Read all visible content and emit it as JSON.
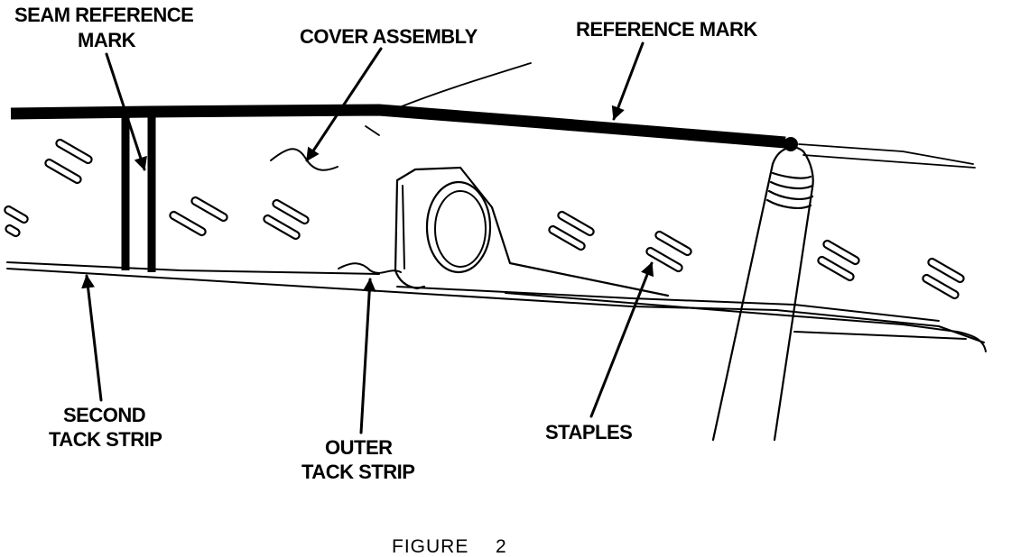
{
  "labels": {
    "seam_reference_line1": "SEAM REFERENCE",
    "seam_reference_line2": "MARK",
    "cover_assembly": "COVER ASSEMBLY",
    "reference_mark": "REFERENCE MARK",
    "second_tack_strip_line1": "SECOND",
    "second_tack_strip_line2": "TACK STRIP",
    "outer_tack_strip_line1": "OUTER",
    "outer_tack_strip_line2": "TACK STRIP",
    "staples": "STAPLES"
  },
  "caption": {
    "figure_word": "FIGURE",
    "figure_number": "2"
  },
  "colors": {
    "ink": "#000000",
    "paper": "#ffffff"
  }
}
